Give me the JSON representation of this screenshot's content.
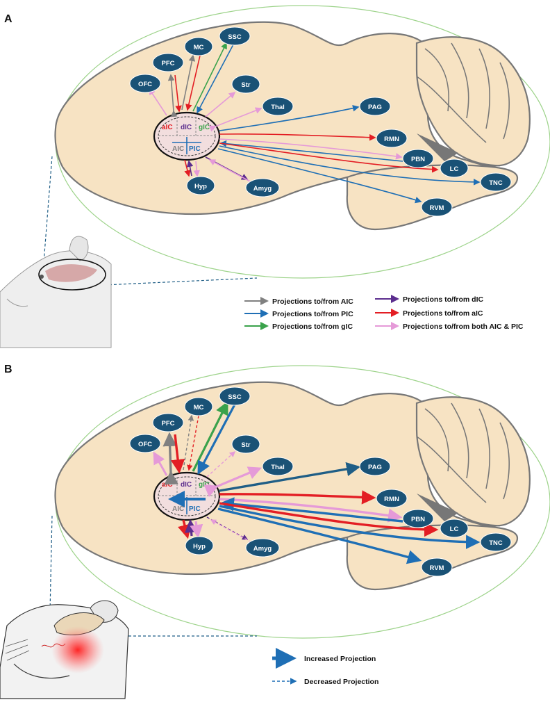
{
  "panels": [
    {
      "id": "A",
      "label": "A",
      "insula_labels": {
        "aIC": "aIC",
        "dIC": "dIC",
        "gIC": "gIC",
        "AIC": "AIC",
        "PIC": "PIC"
      },
      "legend": [
        {
          "text": "Projections to/from AIC",
          "color": "#808080"
        },
        {
          "text": "Projections to/from PIC",
          "color": "#1f6fb5"
        },
        {
          "text": "Projections to/from gIC",
          "color": "#3aa24b"
        },
        {
          "text": "Projections to/from dIC",
          "color": "#5b2d8e"
        },
        {
          "text": "Projections to/from aIC",
          "color": "#e31e24"
        },
        {
          "text": "Projections to/from both AIC & PIC",
          "color": "#e59ad8"
        }
      ]
    },
    {
      "id": "B",
      "label": "B",
      "insula_labels": {
        "aIC": "aIC",
        "dIC": "dIC",
        "gIC": "gIC",
        "AIC": "AIC",
        "PIC": "PIC"
      },
      "legend": [
        {
          "text": "Increased Projection",
          "color": "#1f6fb5",
          "style": "thick"
        },
        {
          "text": "Decreased Projection",
          "color": "#1f6fb5",
          "style": "dashed"
        }
      ]
    }
  ],
  "regions": [
    "OFC",
    "PFC",
    "MC",
    "SSC",
    "Str",
    "Thal",
    "PAG",
    "RMN",
    "PBN",
    "LC",
    "TNC",
    "RVM",
    "Hyp",
    "Amyg"
  ],
  "colors": {
    "node": "#1a5276",
    "brain_fill": "#f7e3c3",
    "brain_stroke": "#777777",
    "insula_fill": "#f2dede",
    "ellipse": "#9dd38a",
    "AIC": "#808080",
    "PIC": "#1f6fb5",
    "gIC": "#3aa24b",
    "dIC": "#5b2d8e",
    "aIC": "#e31e24",
    "both": "#e59ad8"
  }
}
